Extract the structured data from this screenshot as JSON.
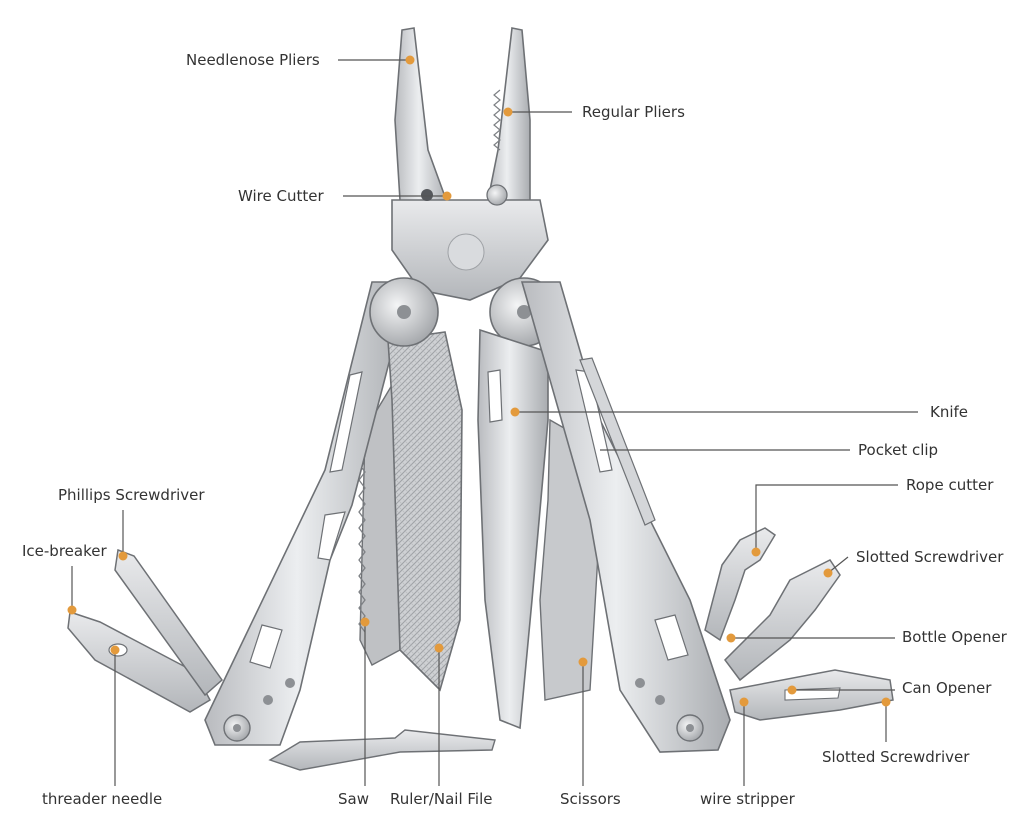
{
  "colors": {
    "background": "#ffffff",
    "steel_light": "#e4e5e7",
    "steel_mid": "#c4c6c9",
    "steel_dark": "#8d9094",
    "outline": "#6e7175",
    "leader_line": "#555555",
    "marker": "#e39a3c",
    "label_text": "#333333"
  },
  "labels": {
    "needlenose_pliers": "Needlenose Pliers",
    "regular_pliers": "Regular Pliers",
    "wire_cutter": "Wire Cutter",
    "knife": "Knife",
    "pocket_clip": "Pocket clip",
    "rope_cutter": "Rope cutter",
    "phillips_screwdriver": "Phillips Screwdriver",
    "slotted_screwdriver_top": "Slotted Screwdriver",
    "ice_breaker": "Ice-breaker",
    "bottle_opener": "Bottle Opener",
    "can_opener": "Can Opener",
    "slotted_screwdriver_bottom": "Slotted Screwdriver",
    "threader_needle": "threader needle",
    "saw": "Saw",
    "ruler_nail_file": "Ruler/Nail File",
    "scissors": "Scissors",
    "wire_stripper": "wire stripper"
  }
}
